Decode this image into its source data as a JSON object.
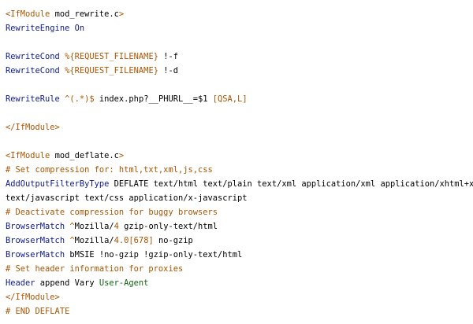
{
  "colors": {
    "tag": "#aa5500",
    "directive": "#0d1a8a",
    "comment": "#aa5500",
    "string": "#116611",
    "text": "#000000"
  },
  "lines": [
    [
      {
        "t": "<IfModule ",
        "k": "tag"
      },
      {
        "t": "mod_rewrite.c",
        "k": "plain"
      },
      {
        "t": ">",
        "k": "tag"
      }
    ],
    [
      {
        "t": "RewriteEngine",
        "k": "dir"
      },
      {
        "t": " ",
        "k": "plain"
      },
      {
        "t": "On",
        "k": "dir"
      }
    ],
    [],
    [
      {
        "t": "RewriteCond",
        "k": "dir"
      },
      {
        "t": " ",
        "k": "plain"
      },
      {
        "t": "%{REQUEST_FILENAME}",
        "k": "re"
      },
      {
        "t": " !-f",
        "k": "plain"
      }
    ],
    [
      {
        "t": "RewriteCond",
        "k": "dir"
      },
      {
        "t": " ",
        "k": "plain"
      },
      {
        "t": "%{REQUEST_FILENAME}",
        "k": "re"
      },
      {
        "t": " !-d",
        "k": "plain"
      }
    ],
    [],
    [
      {
        "t": "RewriteRule",
        "k": "dir"
      },
      {
        "t": " ",
        "k": "plain"
      },
      {
        "t": "^(.*)$",
        "k": "re"
      },
      {
        "t": " index.php?__PHURL__=$1 ",
        "k": "plain"
      },
      {
        "t": "[QSA,L]",
        "k": "re"
      }
    ],
    [],
    [
      {
        "t": "</IfModule>",
        "k": "tag"
      }
    ],
    [],
    [
      {
        "t": "<IfModule ",
        "k": "tag"
      },
      {
        "t": "mod_deflate.c",
        "k": "plain"
      },
      {
        "t": ">",
        "k": "tag"
      }
    ],
    [
      {
        "t": "# Set compression for: html,txt,xml,js,css",
        "k": "cmt"
      }
    ],
    [
      {
        "t": "AddOutputFilterByType",
        "k": "dir"
      },
      {
        "t": " DEFLATE text/html text/plain text/xml application/xml application/xhtml+xml",
        "k": "plain"
      }
    ],
    [
      {
        "t": "text/javascript text/css application/x-javascript",
        "k": "plain"
      }
    ],
    [
      {
        "t": "# Deactivate compression for buggy browsers",
        "k": "cmt"
      }
    ],
    [
      {
        "t": "BrowserMatch",
        "k": "dir"
      },
      {
        "t": " ",
        "k": "plain"
      },
      {
        "t": "^",
        "k": "re"
      },
      {
        "t": "Mozilla/",
        "k": "plain"
      },
      {
        "t": "4",
        "k": "num"
      },
      {
        "t": " gzip-only-text/html",
        "k": "plain"
      }
    ],
    [
      {
        "t": "BrowserMatch",
        "k": "dir"
      },
      {
        "t": " ",
        "k": "plain"
      },
      {
        "t": "^",
        "k": "re"
      },
      {
        "t": "Mozilla/",
        "k": "plain"
      },
      {
        "t": "4.0[678]",
        "k": "num"
      },
      {
        "t": " no-gzip",
        "k": "plain"
      }
    ],
    [
      {
        "t": "BrowserMatch",
        "k": "dir"
      },
      {
        "t": " bMSIE !no-gzip !gzip-only-text/html",
        "k": "plain"
      }
    ],
    [
      {
        "t": "# Set header information for proxies",
        "k": "cmt"
      }
    ],
    [
      {
        "t": "Header",
        "k": "dir"
      },
      {
        "t": " append Vary ",
        "k": "plain"
      },
      {
        "t": "User-Agent",
        "k": "str"
      }
    ],
    [
      {
        "t": "</IfModule>",
        "k": "tag"
      }
    ],
    [
      {
        "t": "# END DEFLATE",
        "k": "cmt"
      }
    ]
  ]
}
